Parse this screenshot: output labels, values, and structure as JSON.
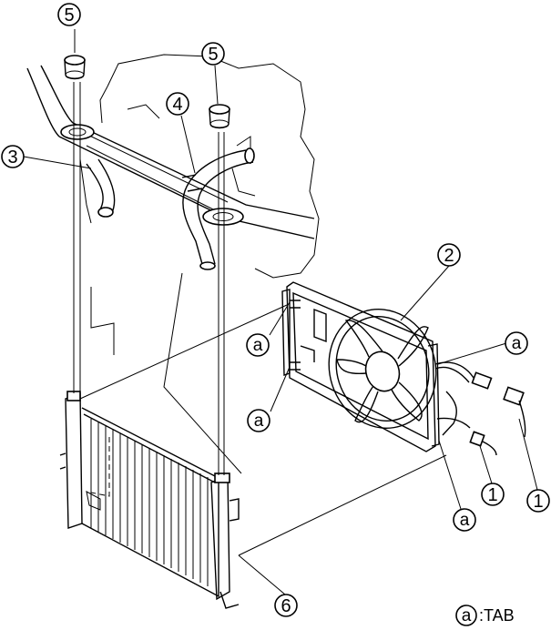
{
  "callouts": {
    "c5a": "5",
    "c5b": "5",
    "c4": "4",
    "c3": "3",
    "c2": "2",
    "c6": "6",
    "c1a": "1",
    "c1b": "1",
    "tab1": "a",
    "tab2": "a",
    "tab3": "a",
    "tab4": "a"
  },
  "legend": {
    "symbol": "a",
    "text": ":TAB"
  }
}
